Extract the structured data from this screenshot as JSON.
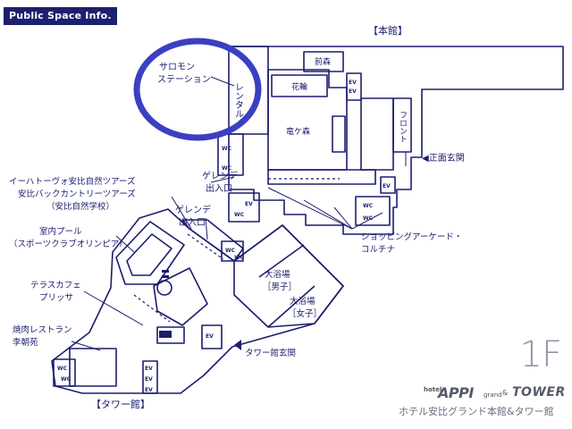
{
  "header": {
    "badge": "Public Space Info."
  },
  "floor": "1F",
  "buildings": {
    "main": "【本館】",
    "tower": "【タワー館】"
  },
  "labels": {
    "salomon_1": "サロモン",
    "salomon_2": "ステーション",
    "rental": "レンタル",
    "maemori": "前森",
    "karin": "花輪",
    "ryugamori": "竜ケ森",
    "front": "フロント",
    "main_entrance": "◀正面玄関",
    "gelende1_1": "ゲレンデ",
    "gelende1_2": "出入口",
    "gelende2_1": "ゲレンデ",
    "gelende2_2": "出入口",
    "ihatov_1": "イーハトーヴォ安比自然ツアーズ",
    "ihatov_2": "安比バックカントリーツアーズ",
    "ihatov_3": "（安比自然学校）",
    "pool_1": "室内プール",
    "pool_2": "（スポーツクラブオリンピア）",
    "terrace_1": "テラスカフェ",
    "terrace_2": "プリッサ",
    "yakiniku_1": "焼肉レストラン",
    "yakiniku_2": "李朝苑",
    "shopping_1": "ショッピングアーケード・",
    "shopping_2": "コルチナ",
    "bath_m_1": "大浴場",
    "bath_m_2": "［男子］",
    "bath_f_1": "大浴場",
    "bath_f_2": "［女子］",
    "tower_entrance": "タワー館玄関",
    "wc": "WC",
    "ev": "EV"
  },
  "brand": {
    "hotel_small": "hotel",
    "appi": "APPI",
    "grand": "grand",
    "amp": "&",
    "tower": "TOWER",
    "caption": "ホテル安比グランド本館&タワー館"
  },
  "colors": {
    "ink": "#1b1d6e",
    "highlight": "#3b3fc2",
    "badge_bg": "#1d1f6f",
    "floor_label": "#8f96a6"
  }
}
